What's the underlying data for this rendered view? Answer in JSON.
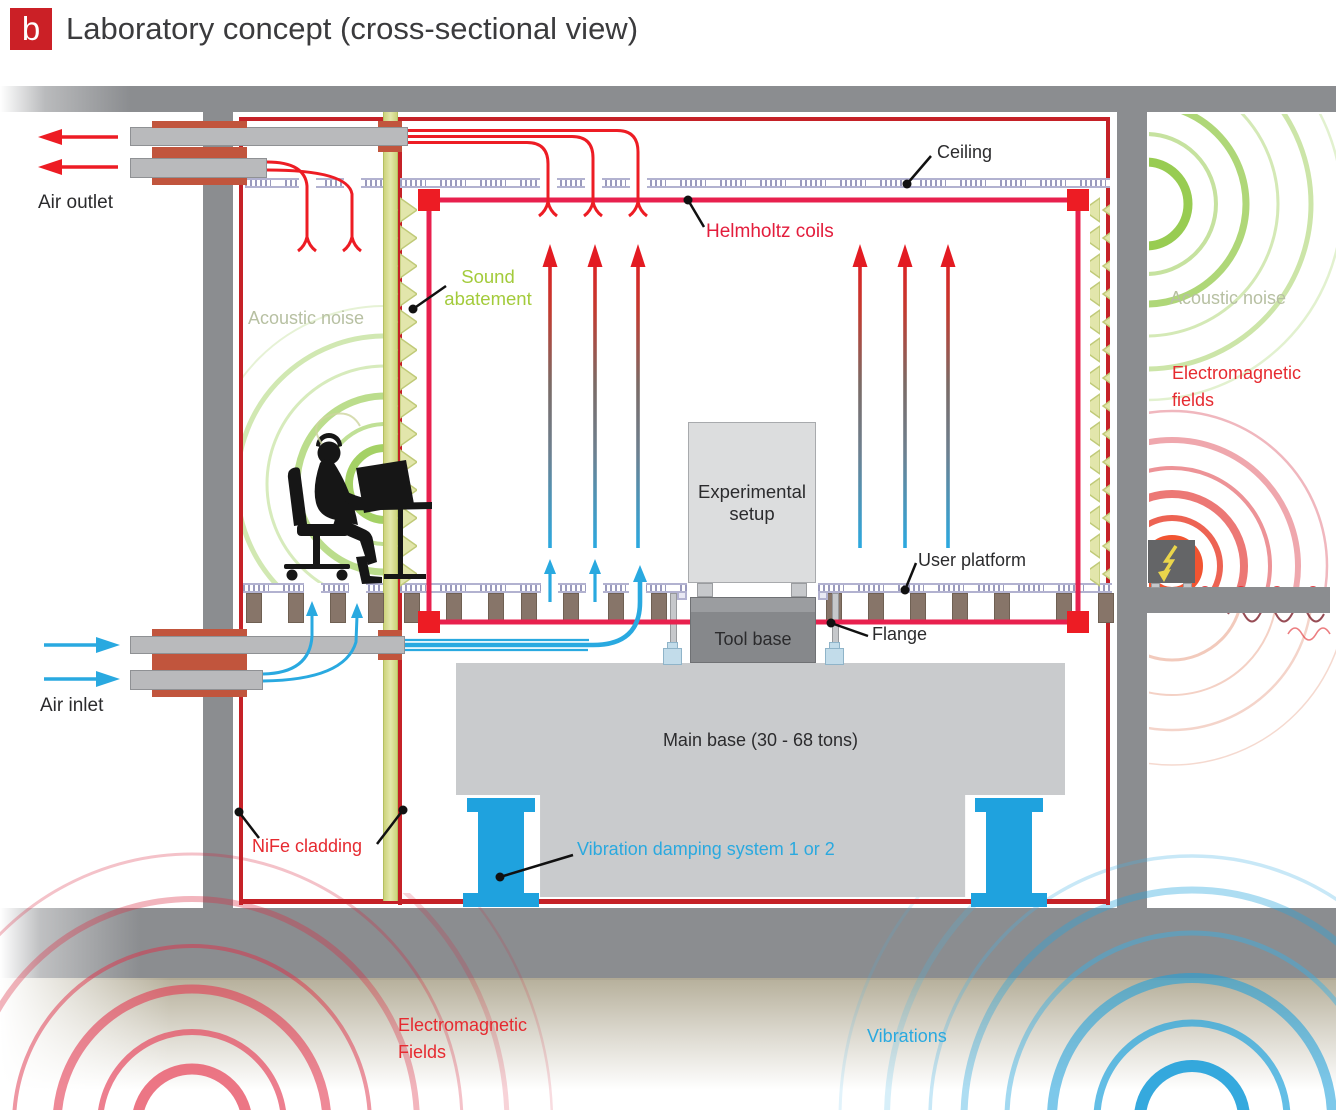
{
  "panel": {
    "badge": "b",
    "title": "Laboratory concept (cross-sectional view)"
  },
  "labels": {
    "air_outlet": "Air outlet",
    "air_inlet": "Air inlet",
    "acoustic_noise_left": "Acoustic noise",
    "acoustic_noise_right": "Acoustic noise",
    "sound_abatement_line1": "Sound",
    "sound_abatement_line2": "abatement",
    "helmholtz_coils": "Helmholtz coils",
    "ceiling": "Ceiling",
    "user_platform": "User platform",
    "flange": "Flange",
    "tool_base": "Tool base",
    "experimental_setup_line1": "Experimental",
    "experimental_setup_line2": "setup",
    "main_base": "Main base (30 - 68 tons)",
    "nife_cladding": "NiFe cladding",
    "vibration_damping": "Vibration damping system 1 or 2",
    "em_fields_right_line1": "Electromagnetic",
    "em_fields_right_line2": "fields",
    "em_fields_bottom_line1": "Electromagnetic",
    "em_fields_bottom_line2": "Fields",
    "vibrations": "Vibrations"
  },
  "colors": {
    "accent_red": "#ed1c24",
    "coil_pink": "#e8204e",
    "cladding_red": "#c52127",
    "flow_blue": "#29a9e0",
    "acoustic_green": "#8dc63f",
    "sound_wall_yellow_green": "#dde28d",
    "building_gray": "#8b8d90",
    "label_blue": "#2aa9df",
    "label_green": "#a3cb3b",
    "label_pale_green": "#b7c0a2",
    "ground_tan": "#b2ab95",
    "badge_red": "#cb2026"
  }
}
